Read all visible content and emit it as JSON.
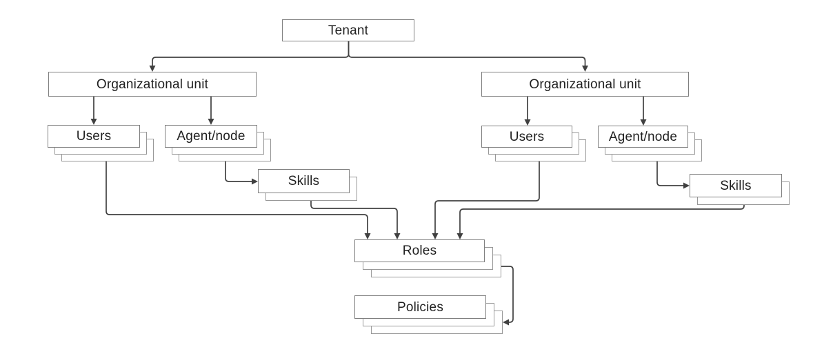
{
  "diagram": {
    "nodes": {
      "tenant": {
        "label": "Tenant",
        "stacked": false
      },
      "org_unit_left": {
        "label": "Organizational unit",
        "stacked": false
      },
      "users_left": {
        "label": "Users",
        "stacked": true
      },
      "agent_node_left": {
        "label": "Agent/node",
        "stacked": true
      },
      "skills_left": {
        "label": "Skills",
        "stacked": true
      },
      "org_unit_right": {
        "label": "Organizational unit",
        "stacked": false
      },
      "users_right": {
        "label": "Users",
        "stacked": true
      },
      "agent_node_right": {
        "label": "Agent/node",
        "stacked": true
      },
      "skills_right": {
        "label": "Skills",
        "stacked": true
      },
      "roles": {
        "label": "Roles",
        "stacked": true
      },
      "policies": {
        "label": "Policies",
        "stacked": true
      }
    },
    "edges": [
      {
        "from": "tenant",
        "to": "org_unit_left"
      },
      {
        "from": "tenant",
        "to": "org_unit_right"
      },
      {
        "from": "org_unit_left",
        "to": "users_left"
      },
      {
        "from": "org_unit_left",
        "to": "agent_node_left"
      },
      {
        "from": "agent_node_left",
        "to": "skills_left"
      },
      {
        "from": "org_unit_right",
        "to": "users_right"
      },
      {
        "from": "org_unit_right",
        "to": "agent_node_right"
      },
      {
        "from": "agent_node_right",
        "to": "skills_right"
      },
      {
        "from": "users_left",
        "to": "roles"
      },
      {
        "from": "skills_left",
        "to": "roles"
      },
      {
        "from": "users_right",
        "to": "roles"
      },
      {
        "from": "skills_right",
        "to": "roles"
      },
      {
        "from": "roles",
        "to": "policies"
      }
    ],
    "colors": {
      "background": "#ffffff",
      "box_border": "#7f7f7f",
      "stack_border": "#989898",
      "connector": "#404040",
      "text": "#1f1f1f"
    }
  }
}
